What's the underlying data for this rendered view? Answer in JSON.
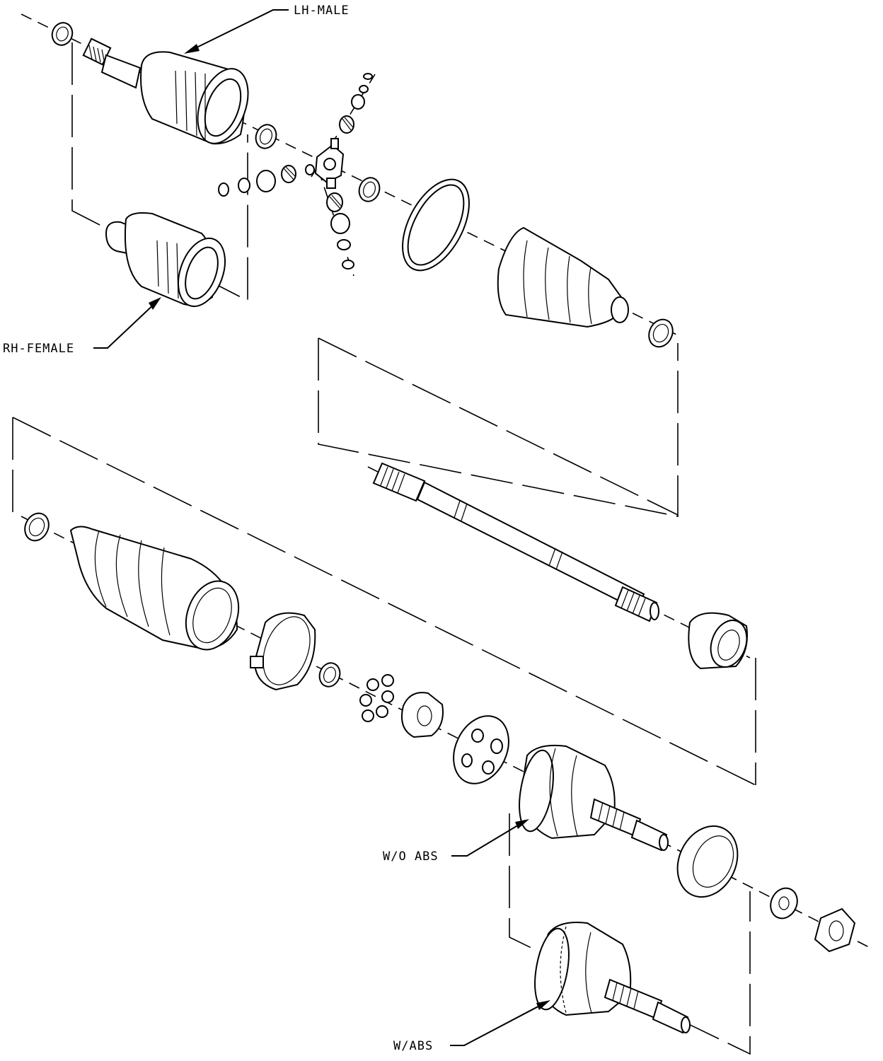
{
  "labels": {
    "lh_male": "LH-MALE",
    "rh_female": "RH-FEMALE",
    "wo_abs": "W/O ABS",
    "w_abs": "W/ABS"
  }
}
